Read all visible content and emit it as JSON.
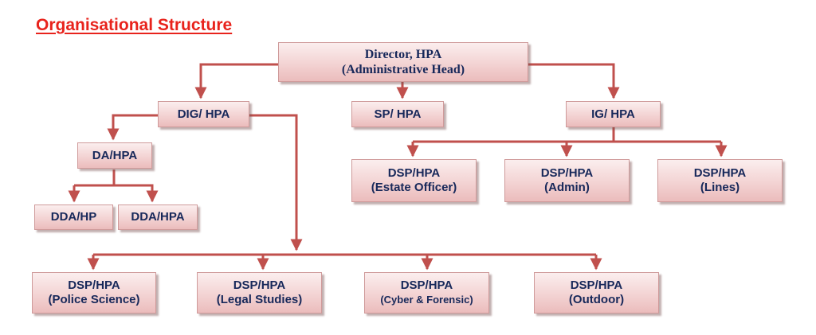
{
  "title": "Organisational Structure",
  "colors": {
    "title": "#e8231c",
    "connector": "#c0504d",
    "box_text": "#17285a",
    "box_fill": "#f3d3d3"
  },
  "nodes": {
    "director": {
      "line1": "Director, HPA",
      "line2": "(Administrative Head)"
    },
    "dig": {
      "line1": "DIG/ HPA"
    },
    "sp": {
      "line1": "SP/ HPA"
    },
    "ig": {
      "line1": "IG/ HPA"
    },
    "da": {
      "line1": "DA/HPA"
    },
    "dda_hp": {
      "line1": "DDA/HP"
    },
    "dda_hpa": {
      "line1": "DDA/HPA"
    },
    "dsp_estate": {
      "line1": "DSP/HPA",
      "line2": "(Estate Officer)"
    },
    "dsp_admin": {
      "line1": "DSP/HPA",
      "line2": "(Admin)"
    },
    "dsp_lines": {
      "line1": "DSP/HPA",
      "line2": "(Lines)"
    },
    "dsp_police": {
      "line1": "DSP/HPA",
      "line2": "(Police Science)"
    },
    "dsp_legal": {
      "line1": "DSP/HPA",
      "line2": "(Legal Studies)"
    },
    "dsp_cyber": {
      "line1": "DSP/HPA",
      "line2": "(Cyber & Forensic)"
    },
    "dsp_outdoor": {
      "line1": "DSP/HPA",
      "line2": "(Outdoor)"
    }
  }
}
